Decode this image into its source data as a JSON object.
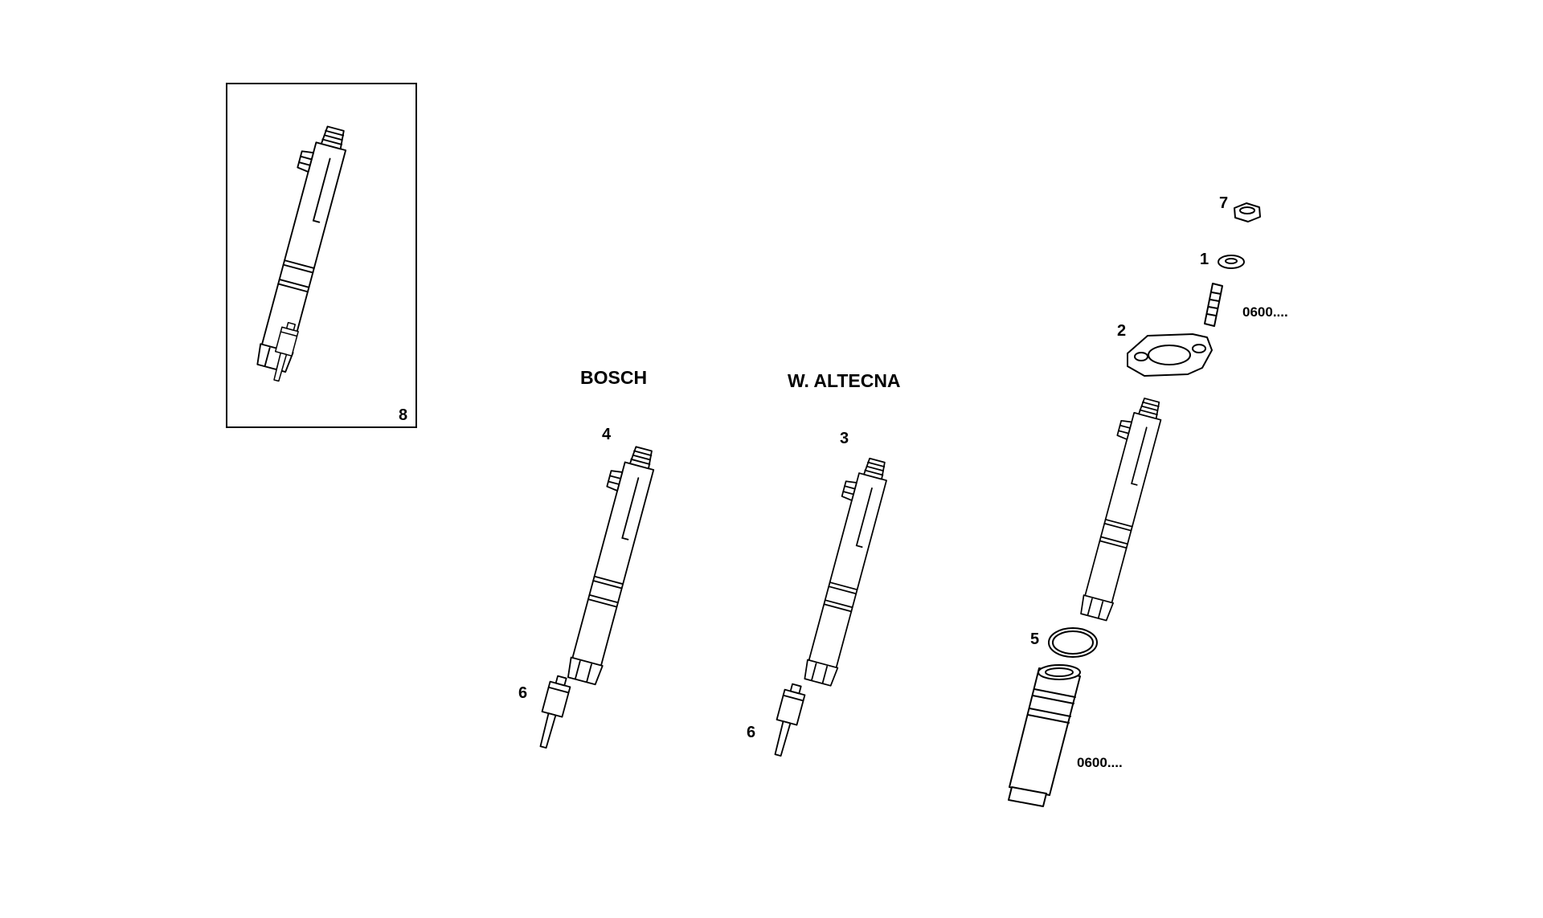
{
  "diagram": {
    "brand_labels": {
      "bosch": "BOSCH",
      "altecna": "W. ALTECNA"
    },
    "inset_label": "8",
    "callouts": {
      "c1": "1",
      "c2": "2",
      "c3": "3",
      "c4": "4",
      "c5": "5",
      "c6a": "6",
      "c6b": "6",
      "c7": "7"
    },
    "part_codes": {
      "stud": "0600....",
      "sleeve": "0600...."
    }
  }
}
